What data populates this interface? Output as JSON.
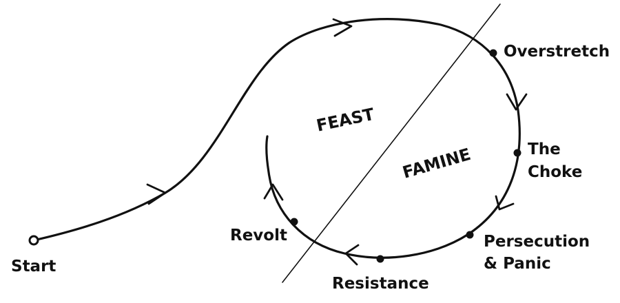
{
  "diagram": {
    "start_label": "Start",
    "regions": {
      "feast": "FEAST",
      "famine": "FAMINE"
    },
    "stages": {
      "overstretch": "Overstretch",
      "the_choke_line1": "The",
      "the_choke_line2": "Choke",
      "persecution_line1": "Persecution",
      "persecution_line2": "& Panic",
      "resistance": "Resistance",
      "revolt": "Revolt"
    }
  }
}
